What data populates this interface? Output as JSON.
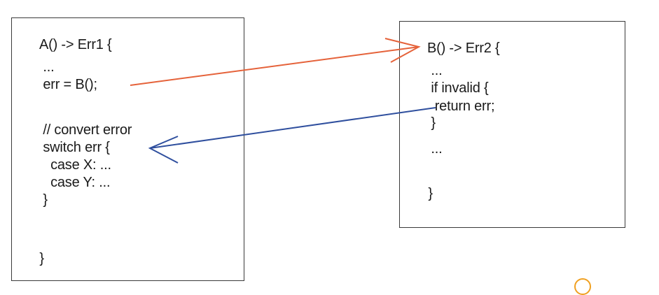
{
  "function_a": {
    "lines": [
      "A() -> Err1 {",
      " ...",
      " err = B();",
      "",
      " // convert error",
      " switch err {",
      "   case X: ...",
      "   case Y: ...",
      " }",
      "",
      " }"
    ]
  },
  "function_b": {
    "lines": [
      "B() -> Err2 {",
      " ...",
      " if invalid {",
      "  return err;",
      " }",
      " ...",
      "",
      " }"
    ]
  },
  "arrows": {
    "call": {
      "color": "#e5623a"
    },
    "return": {
      "color": "#2f4f9e"
    }
  }
}
